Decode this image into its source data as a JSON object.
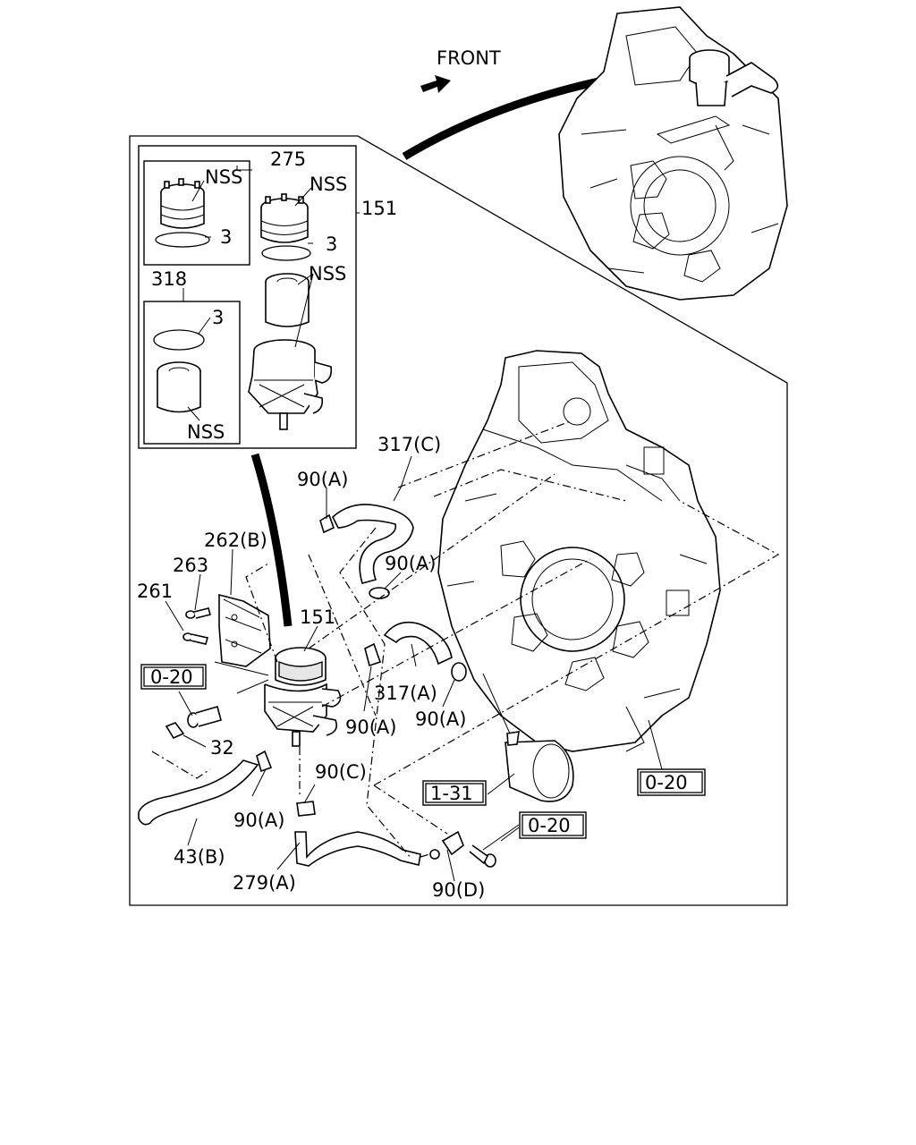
{
  "header": {
    "direction_label": "FRONT"
  },
  "inset_box": {
    "kit_left_label": "275",
    "kit_right_label": "318",
    "assembly_label": "151",
    "callouts": {
      "nss_1": "NSS",
      "nss_2": "NSS",
      "nss_3": "NSS",
      "nss_4": "NSS",
      "oring_1": "3",
      "oring_2": "3",
      "oring_3": "3"
    }
  },
  "callouts": {
    "hose_317c": "317(C)",
    "clamp_90a_1": "90(A)",
    "clamp_90a_2": "90(A)",
    "bracket_262b": "262(B)",
    "bolt_263": "263",
    "bolt_261": "261",
    "separator_151": "151",
    "hose_317a": "317(A)",
    "clamp_90a_3": "90(A)",
    "clamp_90a_4": "90(A)",
    "ref_0_20_left": "0-20",
    "fitting_32": "32",
    "clamp_90c": "90(C)",
    "clamp_90a_5": "90(A)",
    "hose_43b": "43(B)",
    "hose_279a": "279(A)",
    "clamp_90d": "90(D)",
    "ref_1_31": "1-31",
    "ref_0_20_bottom": "0-20",
    "ref_0_20_right": "0-20"
  }
}
